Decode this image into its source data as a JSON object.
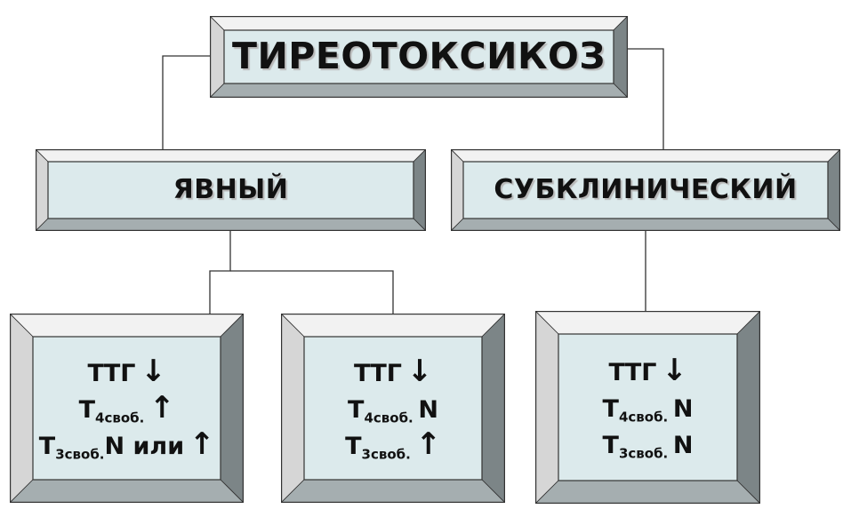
{
  "root": {
    "title": "ТИРЕОТОКСИКОЗ"
  },
  "categories": [
    {
      "label": "ЯВНЫЙ"
    },
    {
      "label": "СУБКЛИНИЧЕСКИЙ"
    }
  ],
  "boxes": [
    {
      "rows": [
        {
          "label": "ТТГ",
          "subscript": "",
          "value": "",
          "arrow": "↓"
        },
        {
          "label": "Т",
          "subscript": "4своб.",
          "value": "",
          "arrow": "↑"
        },
        {
          "label": "Т",
          "subscript": "3своб.",
          "value": "N или",
          "arrow": "↑"
        }
      ]
    },
    {
      "rows": [
        {
          "label": "ТТГ",
          "subscript": "",
          "value": "",
          "arrow": "↓"
        },
        {
          "label": "Т",
          "subscript": "4своб.",
          "value": "N",
          "arrow": ""
        },
        {
          "label": "Т",
          "subscript": "3своб.",
          "value": "",
          "arrow": "↑"
        }
      ]
    },
    {
      "rows": [
        {
          "label": "ТТГ",
          "subscript": "",
          "value": "",
          "arrow": "↓"
        },
        {
          "label": "Т",
          "subscript": "4своб.",
          "value": "N",
          "arrow": ""
        },
        {
          "label": "Т",
          "subscript": "3своб.",
          "value": "N",
          "arrow": ""
        }
      ]
    }
  ],
  "colors": {
    "face": "#dceaec",
    "bevel_top": "#f2f2f2",
    "bevel_left": "#d6d6d6",
    "bevel_right": "#7c8587",
    "bevel_bottom": "#a5aeb0",
    "outline": "#333333",
    "connector": "#333333"
  }
}
